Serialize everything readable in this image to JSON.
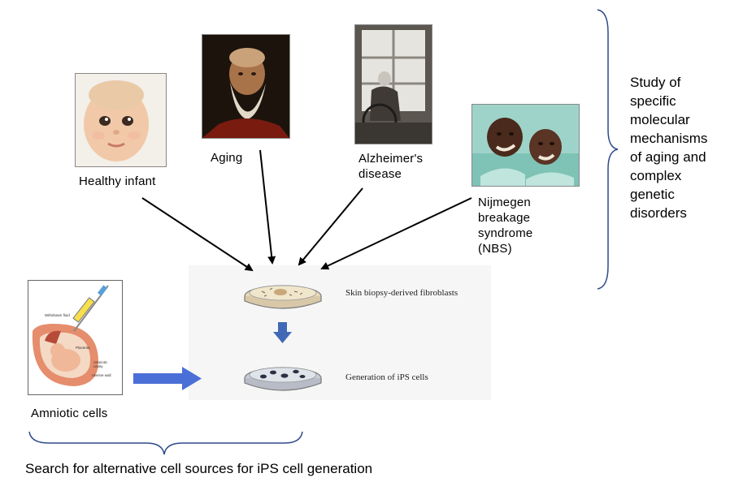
{
  "sources": {
    "healthy_infant": "Healthy infant",
    "aging": "Aging",
    "alzheimers": "Alzheimer's\ndisease",
    "nbs": "Nijmegen\nbreakage\nsyndrome\n(NBS)",
    "amniotic": "Amniotic cells"
  },
  "amniotic_diagram": {
    "withdrawn_fluid": "Withdrawn fluid",
    "placenta": "Placenta",
    "amniotic_cavity": "Amniotic\ncavity",
    "uterine_wall": "Uterine wall"
  },
  "process": {
    "step1": "Skin biopsy-derived fibroblasts",
    "step2": "Generation of iPS cells"
  },
  "right_note": "Study of\nspecific\nmolecular\nmechanisms\nof aging and\ncomplex\ngenetic\ndisorders",
  "bottom_note": "Search for alternative cell sources for iPS cell generation",
  "colors": {
    "arrow_black": "#000000",
    "arrow_blue": "#4a6fd6",
    "down_arrow": "#4169b5",
    "brace": "#2e4a8a"
  }
}
